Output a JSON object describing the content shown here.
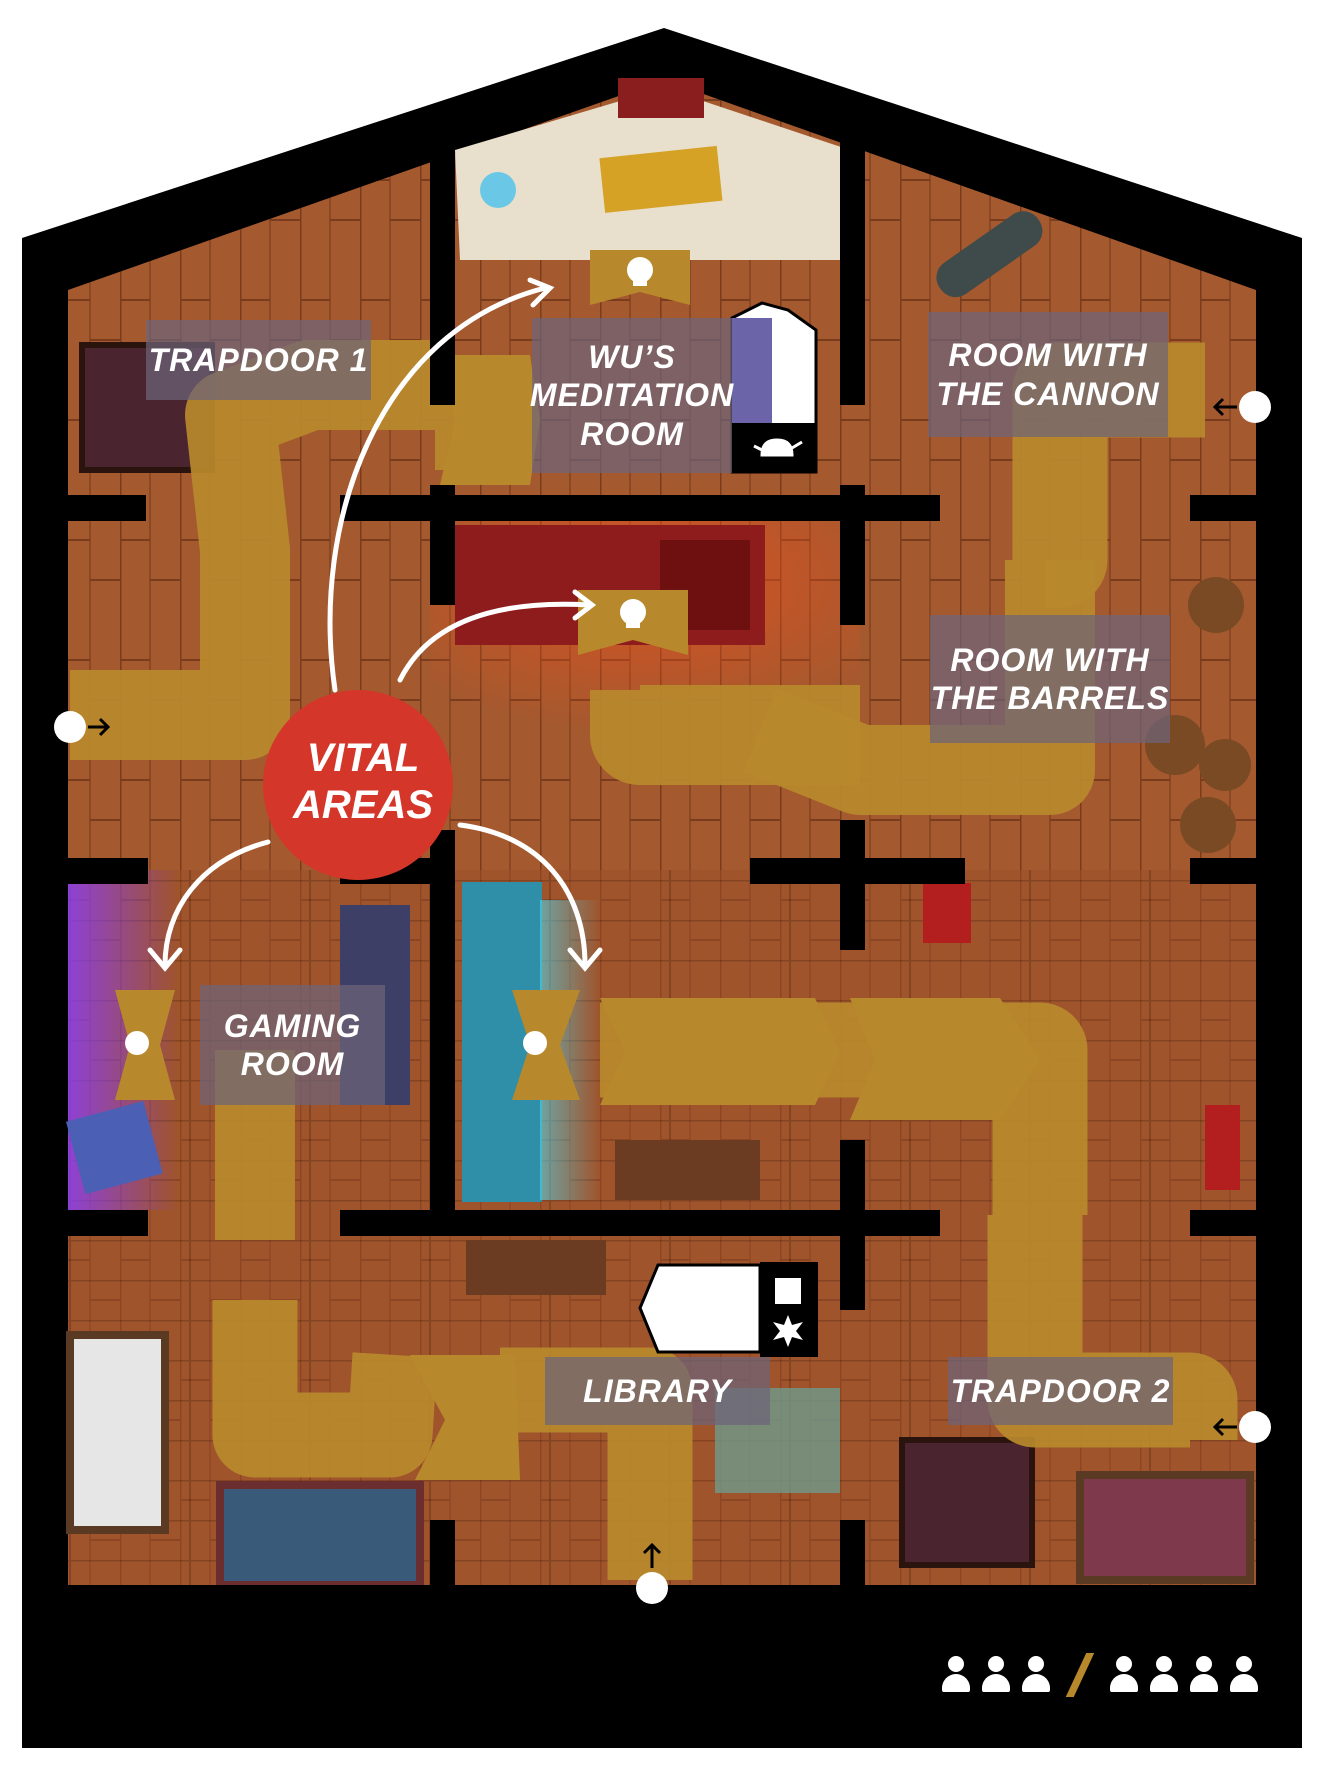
{
  "rooms": {
    "trapdoor1": "TRAPDOOR 1",
    "meditation": "WU’S\nMEDITATION\nROOM",
    "cannon": "ROOM WITH\nTHE CANNON",
    "barrels": "ROOM WITH\nTHE BARRELS",
    "gaming": "GAMING\nROOM",
    "library": "LIBRARY",
    "trapdoor2": "TRAPDOOR 2"
  },
  "vital_areas": "VITAL\nAREAS",
  "player_counts": {
    "small_group": 3,
    "large_group": 4
  },
  "colors": {
    "wall": "#000000",
    "floor": "#a65d33",
    "path": "#b8892c",
    "vital": "#d4362a",
    "label_bg": "#6e6478"
  },
  "icons": [
    "skull-icon",
    "teapot-icon",
    "door-exit-icon",
    "player-icon"
  ]
}
